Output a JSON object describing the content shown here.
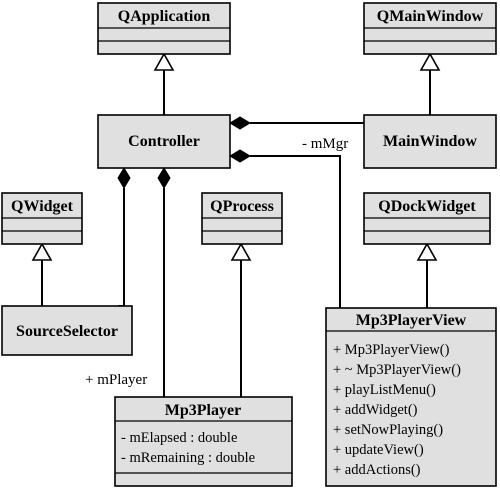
{
  "classes": {
    "qapplication": {
      "name": "QApplication"
    },
    "qmainwindow": {
      "name": "QMainWindow"
    },
    "controller": {
      "name": "Controller"
    },
    "mainwindow": {
      "name": "MainWindow"
    },
    "qwidget": {
      "name": "QWidget"
    },
    "qprocess": {
      "name": "QProcess"
    },
    "qdockwidget": {
      "name": "QDockWidget"
    },
    "sourceselector": {
      "name": "SourceSelector"
    },
    "mp3playerview": {
      "name": "Mp3PlayerView",
      "operations": [
        "+ Mp3PlayerView()",
        "+ ~ Mp3PlayerView()",
        "+ playListMenu()",
        "+ addWidget()",
        "+ setNowPlaying()",
        "+ updateView()",
        "+ addActions()"
      ]
    },
    "mp3player": {
      "name": "Mp3Player",
      "attributes": [
        "- mElapsed : double",
        "- mRemaining : double"
      ]
    }
  },
  "roles": {
    "m_mgr": "- mMgr",
    "m_player": "+ mPlayer"
  }
}
